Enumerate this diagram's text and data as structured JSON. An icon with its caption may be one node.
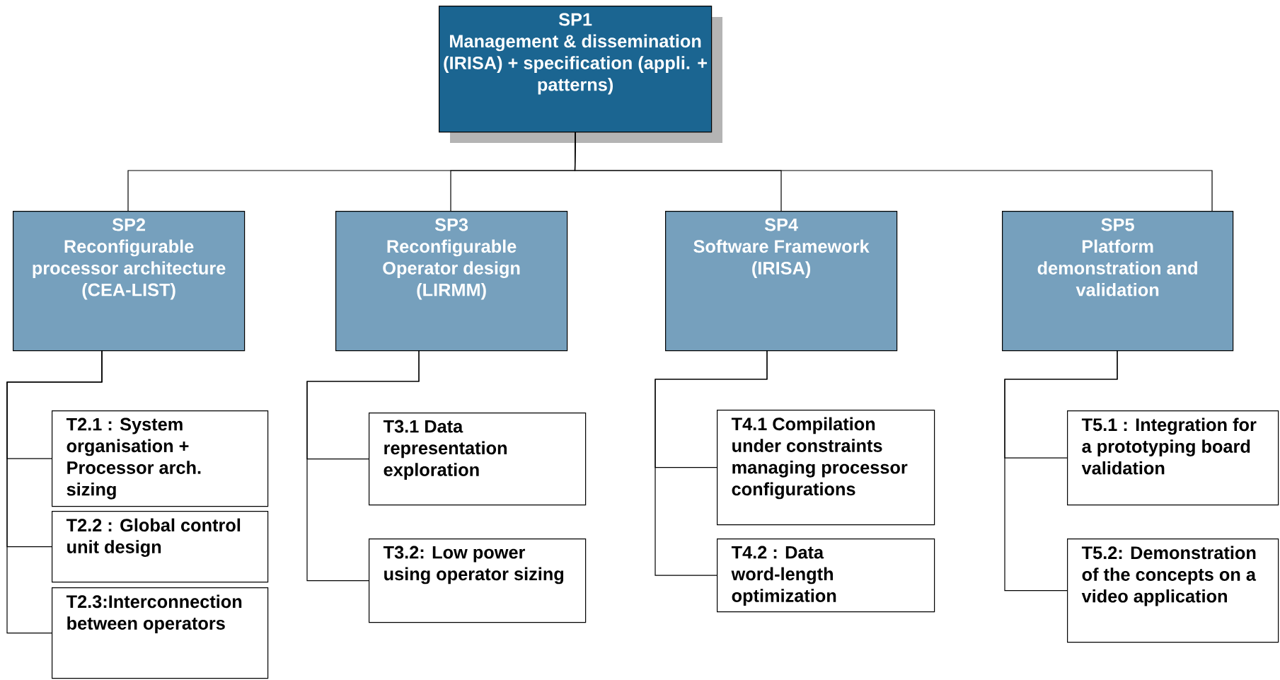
{
  "diagram": {
    "nodes": [
      {
        "text": [
          "SP1",
          "Management & dissemination (IRISA) + specification (appli. + patterns)"
        ]
      },
      {
        "text": [
          "SP2",
          "Reconfigurable processor architecture (CEA-LIST)"
        ]
      },
      {
        "text": [
          "SP3",
          "Reconfigurable Operator design (LIRMM)"
        ]
      },
      {
        "text": [
          "SP4",
          "Software Framework (IRISA)"
        ]
      },
      {
        "text": [
          "SP5",
          "Platform demonstration and validation"
        ]
      },
      {
        "text": [
          "T2.1 : System organisation + Processor arch. sizing"
        ]
      },
      {
        "text": [
          "T2.2 : Global control unit design"
        ]
      },
      {
        "text": [
          "T2.3:Interconnection between operators"
        ]
      },
      {
        "text": [
          "T3.1 Data representation exploration"
        ]
      },
      {
        "text": [
          "T3.2: Low power using operator sizing"
        ]
      },
      {
        "text": [
          "T4.1 Compilation under constraints managing processor configurations"
        ]
      },
      {
        "text": [
          "T4.2 : Data word-length optimization"
        ]
      },
      {
        "text": [
          "T5.1 : Integration for a prototyping board validation"
        ]
      },
      {
        "text": [
          "T5.2: Demonstration of the concepts on a video application"
        ]
      }
    ],
    "edges": [
      {
        "from": 0,
        "to": 1,
        "arrow": "none"
      },
      {
        "from": 0,
        "to": 2,
        "arrow": "none"
      },
      {
        "from": 0,
        "to": 3,
        "arrow": "none"
      },
      {
        "from": 0,
        "to": 4,
        "arrow": "none"
      },
      {
        "from": 1,
        "to": 5,
        "arrow": "none"
      },
      {
        "from": 1,
        "to": 6,
        "arrow": "none"
      },
      {
        "from": 1,
        "to": 7,
        "arrow": "none"
      },
      {
        "from": 2,
        "to": 8,
        "arrow": "none"
      },
      {
        "from": 2,
        "to": 9,
        "arrow": "none"
      },
      {
        "from": 3,
        "to": 10,
        "arrow": "none"
      },
      {
        "from": 3,
        "to": 11,
        "arrow": "none"
      },
      {
        "from": 4,
        "to": 12,
        "arrow": "none"
      },
      {
        "from": 4,
        "to": 13,
        "arrow": "none"
      }
    ]
  }
}
